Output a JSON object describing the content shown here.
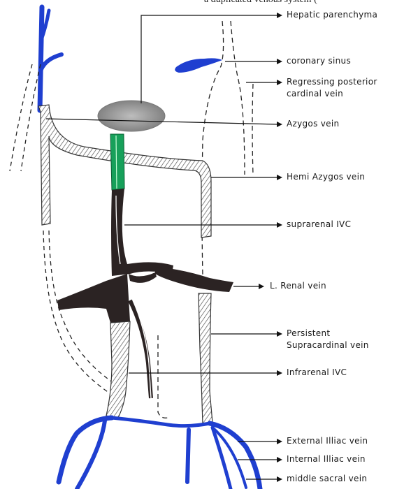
{
  "caption": "a duplicated venous system (",
  "labels": {
    "hepatic": "Hepatic parenchyma",
    "coronary": "coronary sinus",
    "posterior_1": "Regressing posterior",
    "posterior_2": "cardinal vein",
    "azygos": "Azygos vein",
    "hemi": "Hemi Azygos vein",
    "suprarenal": "suprarenal IVC",
    "renal": "L. Renal vein",
    "persistent_1": "Persistent",
    "persistent_2": "Supracardinal vein",
    "infrarenal": "Infrarenal IVC",
    "external": "External Illiac vein",
    "internal": "Internal Illiac vein",
    "sacral": "middle sacral vein"
  },
  "colors": {
    "blue": "#1f3fd0",
    "green": "#17a05a",
    "dark": "#2b2323",
    "hatch": "#555555",
    "liver": "#9a9a9a"
  }
}
